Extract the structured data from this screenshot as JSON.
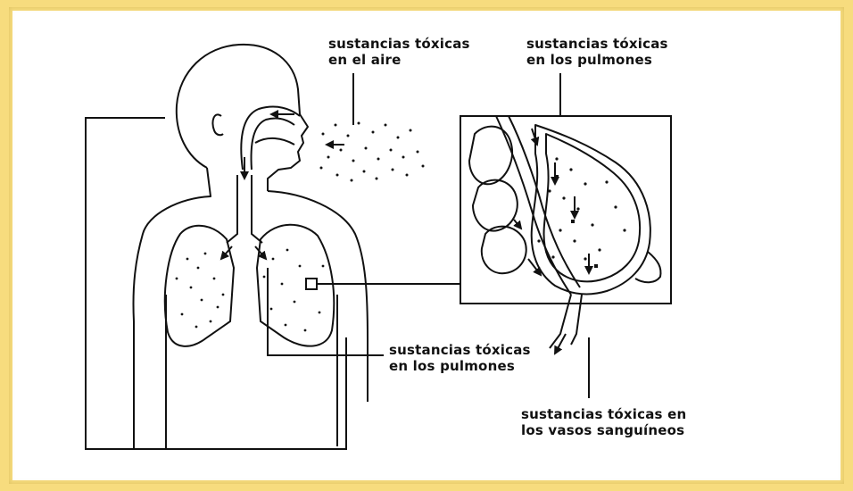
{
  "colors": {
    "frame": "#f7dc7e",
    "ink": "#111111",
    "background": "#ffffff"
  },
  "labels": {
    "air": {
      "line1": "sustancias tóxicas",
      "line2": "en el aire"
    },
    "lungs_top": {
      "line1": "sustancias tóxicas",
      "line2": "en los pulmones"
    },
    "lungs_bottom": {
      "line1": "sustancias tóxicas",
      "line2": "en los pulmones"
    },
    "vessels": {
      "line1": "sustancias tóxicas en",
      "line2": "los vasos sanguíneos"
    }
  }
}
